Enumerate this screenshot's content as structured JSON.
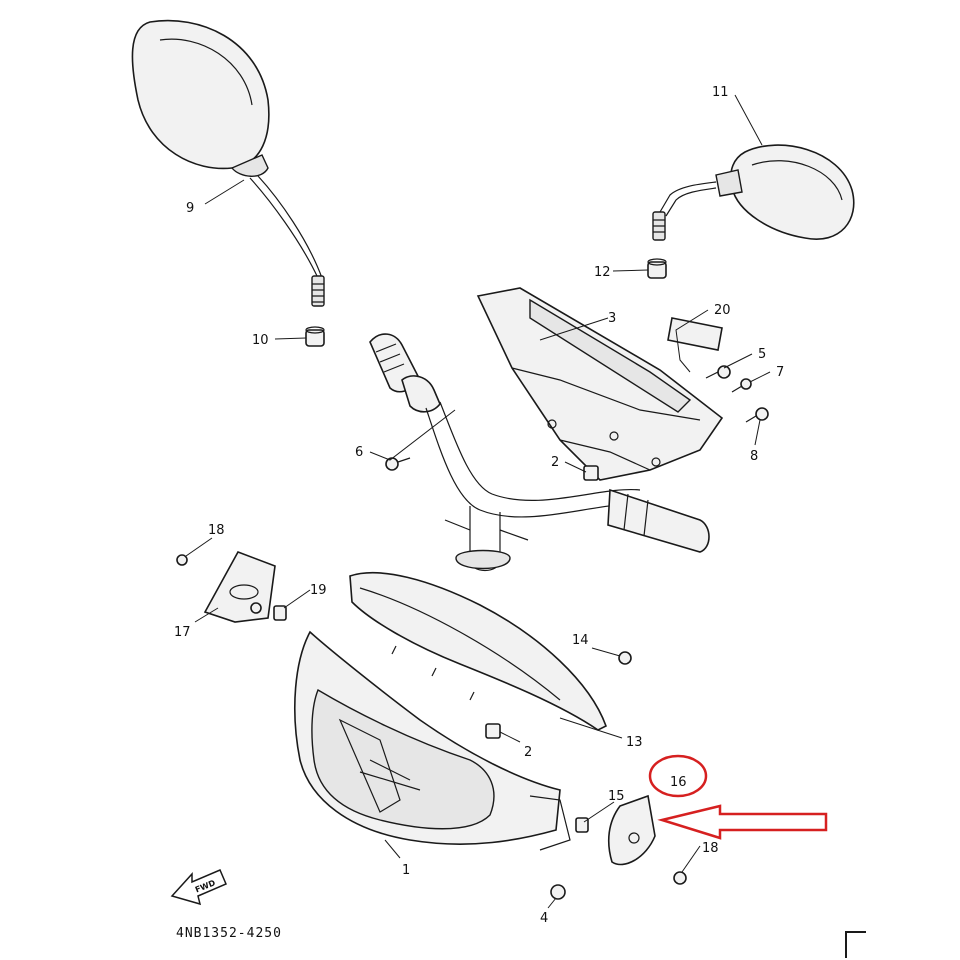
{
  "diagram": {
    "drawing_code": "4NB1352-4250",
    "fwd_label": "FWD",
    "highlight_color": "#d62020",
    "callouts": {
      "c1": "1",
      "c2a": "2",
      "c2b": "2",
      "c3": "3",
      "c4": "4",
      "c5": "5",
      "c6": "6",
      "c7": "7",
      "c8": "8",
      "c9": "9",
      "c10": "10",
      "c11": "11",
      "c12": "12",
      "c13": "13",
      "c14": "14",
      "c15": "15",
      "c16": "16",
      "c17": "17",
      "c18a": "18",
      "c18b": "18",
      "c19": "19",
      "c20": "20"
    }
  }
}
